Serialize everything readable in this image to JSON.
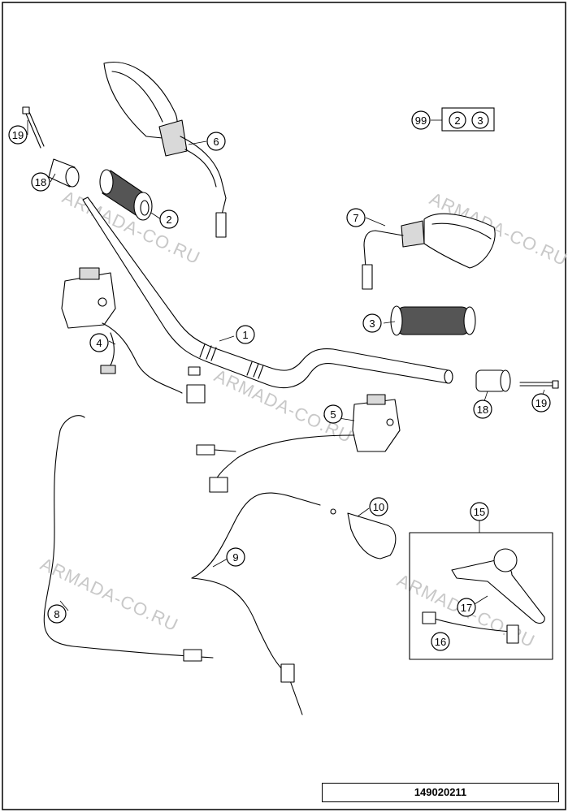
{
  "diagram": {
    "document_number": "149020211",
    "watermark": "ARMADA-CO.RU",
    "callouts": [
      {
        "id": "c1",
        "label": "1"
      },
      {
        "id": "c2",
        "label": "2"
      },
      {
        "id": "c3",
        "label": "3"
      },
      {
        "id": "c4",
        "label": "4"
      },
      {
        "id": "c5",
        "label": "5"
      },
      {
        "id": "c6",
        "label": "6"
      },
      {
        "id": "c7",
        "label": "7"
      },
      {
        "id": "c8",
        "label": "8"
      },
      {
        "id": "c9",
        "label": "9"
      },
      {
        "id": "c10",
        "label": "10"
      },
      {
        "id": "c15",
        "label": "15"
      },
      {
        "id": "c16",
        "label": "16"
      },
      {
        "id": "c17",
        "label": "17"
      },
      {
        "id": "c18a",
        "label": "18"
      },
      {
        "id": "c18b",
        "label": "18"
      },
      {
        "id": "c19a",
        "label": "19"
      },
      {
        "id": "c19b",
        "label": "19"
      },
      {
        "id": "c99",
        "label": "99"
      }
    ],
    "kit_99": [
      "2",
      "3"
    ]
  }
}
